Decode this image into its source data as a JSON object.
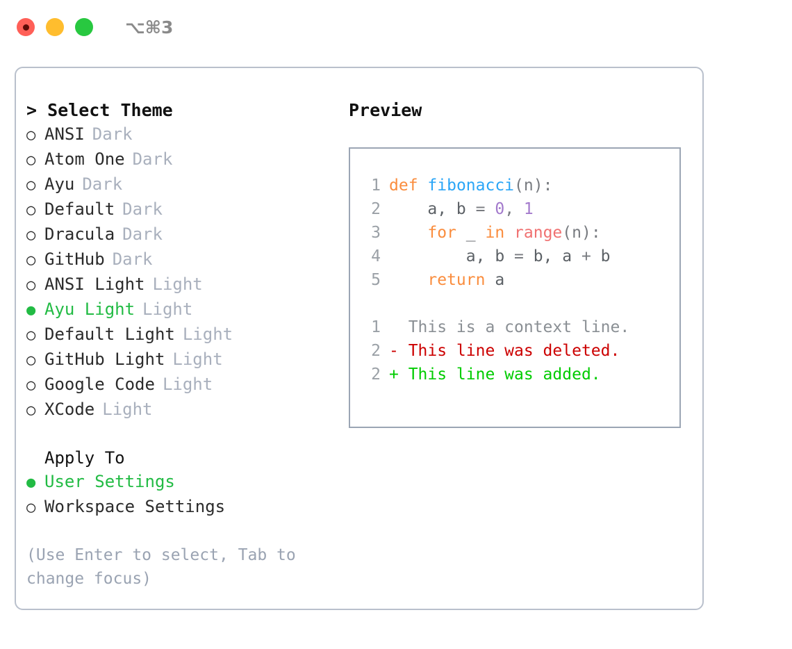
{
  "titlebar": {
    "dots": [
      "close-dot",
      "minimize-dot",
      "maximize-dot"
    ],
    "shortcut": "⌥⌘3"
  },
  "colors": {
    "accent_green": "#22bb44",
    "muted": "#a9b0bd",
    "hint": "#9aa3b2",
    "border": "#b9c0cc",
    "preview_border": "#9ba5b4",
    "keyword": "#fa8d3e",
    "function": "#2ba6f7",
    "number": "#a37acc",
    "builtin": "#f07171",
    "diff_delete": "#cc0000",
    "diff_add": "#00cc00",
    "lineno": "#9aa0a6"
  },
  "theme_list": {
    "heading": "> Select Theme",
    "items": [
      {
        "marker": "○",
        "label": "ANSI",
        "tag": "Dark",
        "selected": false
      },
      {
        "marker": "○",
        "label": "Atom One",
        "tag": "Dark",
        "selected": false
      },
      {
        "marker": "○",
        "label": "Ayu",
        "tag": "Dark",
        "selected": false
      },
      {
        "marker": "○",
        "label": "Default",
        "tag": "Dark",
        "selected": false
      },
      {
        "marker": "○",
        "label": "Dracula",
        "tag": "Dark",
        "selected": false
      },
      {
        "marker": "○",
        "label": "GitHub",
        "tag": "Dark",
        "selected": false
      },
      {
        "marker": "○",
        "label": "ANSI Light",
        "tag": "Light",
        "selected": false
      },
      {
        "marker": "●",
        "label": "Ayu Light",
        "tag": "Light",
        "selected": true
      },
      {
        "marker": "○",
        "label": "Default Light",
        "tag": "Light",
        "selected": false
      },
      {
        "marker": "○",
        "label": "GitHub Light",
        "tag": "Light",
        "selected": false
      },
      {
        "marker": "○",
        "label": "Google Code",
        "tag": "Light",
        "selected": false
      },
      {
        "marker": "○",
        "label": "XCode",
        "tag": "Light",
        "selected": false
      }
    ]
  },
  "apply_to": {
    "title": "Apply To",
    "items": [
      {
        "marker": "●",
        "label": "User Settings",
        "selected": true
      },
      {
        "marker": "○",
        "label": "Workspace Settings",
        "selected": false
      }
    ]
  },
  "hint": "(Use Enter to select, Tab to change focus)",
  "preview": {
    "title": "Preview",
    "code_lines": [
      {
        "no": "1",
        "tokens": [
          {
            "t": "def",
            "c": "kw"
          },
          {
            "t": " ",
            "c": "var"
          },
          {
            "t": "fibonacci",
            "c": "fn"
          },
          {
            "t": "(n):",
            "c": "pun"
          }
        ]
      },
      {
        "no": "2",
        "tokens": [
          {
            "t": "    a, b ",
            "c": "var"
          },
          {
            "t": "= ",
            "c": "pun"
          },
          {
            "t": "0",
            "c": "num"
          },
          {
            "t": ", ",
            "c": "pun"
          },
          {
            "t": "1",
            "c": "num"
          }
        ]
      },
      {
        "no": "3",
        "tokens": [
          {
            "t": "    ",
            "c": "var"
          },
          {
            "t": "for",
            "c": "kw"
          },
          {
            "t": " _ ",
            "c": "var"
          },
          {
            "t": "in",
            "c": "kw"
          },
          {
            "t": " ",
            "c": "var"
          },
          {
            "t": "range",
            "c": "call"
          },
          {
            "t": "(n):",
            "c": "pun"
          }
        ]
      },
      {
        "no": "4",
        "tokens": [
          {
            "t": "        a, b ",
            "c": "var"
          },
          {
            "t": "= ",
            "c": "pun"
          },
          {
            "t": "b, a ",
            "c": "var"
          },
          {
            "t": "+ ",
            "c": "pun"
          },
          {
            "t": "b",
            "c": "var"
          }
        ]
      },
      {
        "no": "5",
        "tokens": [
          {
            "t": "    ",
            "c": "var"
          },
          {
            "t": "return",
            "c": "kw"
          },
          {
            "t": " a",
            "c": "var"
          }
        ]
      }
    ],
    "diff_lines": [
      {
        "no": "1",
        "prefix": "  ",
        "text": "This is a context line.",
        "kind": "ctx"
      },
      {
        "no": "2",
        "prefix": "- ",
        "text": "This line was deleted.",
        "kind": "del"
      },
      {
        "no": "2",
        "prefix": "+ ",
        "text": "This line was added.",
        "kind": "add"
      }
    ]
  }
}
